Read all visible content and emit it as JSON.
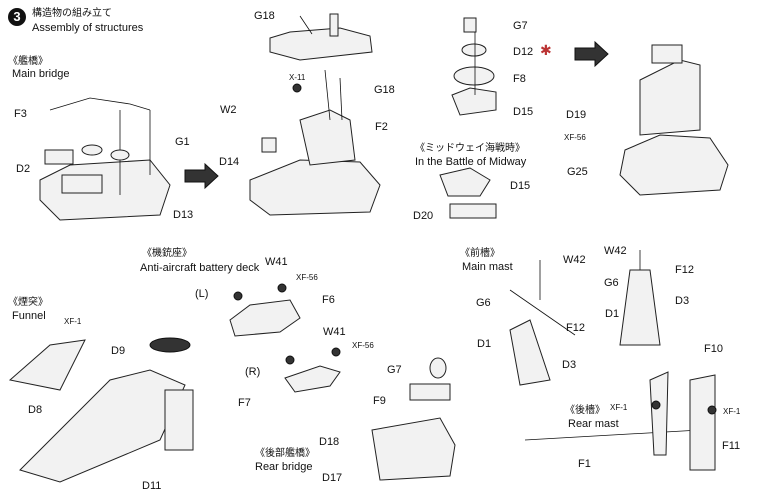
{
  "step": {
    "number": "3",
    "title_jp": "構造物の組み立て",
    "title_en": "Assembly of structures"
  },
  "sections": {
    "main_bridge": {
      "jp": "《艦橋》",
      "en": "Main bridge"
    },
    "midway": {
      "jp": "《ミッドウェイ海戦時》",
      "en": "In the Battle of Midway"
    },
    "aa_deck": {
      "jp": "《機銃座》",
      "en": "Anti-aircraft battery deck"
    },
    "funnel": {
      "jp": "《煙突》",
      "en": "Funnel"
    },
    "main_mast": {
      "jp": "《前檣》",
      "en": "Main mast"
    },
    "rear_mast": {
      "jp": "《後檣》",
      "en": "Rear mast"
    },
    "rear_bridge": {
      "jp": "《後部艦橋》",
      "en": "Rear bridge"
    }
  },
  "side_marks": {
    "left": "(L)",
    "right": "(R)"
  },
  "parts": {
    "G18a": "G18",
    "G7a": "G7",
    "D12": "D12",
    "F8": "F8",
    "D15a": "D15",
    "F3": "F3",
    "G1": "G1",
    "D2": "D2",
    "D13": "D13",
    "X11": "X-11",
    "W2": "W2",
    "G18b": "G18",
    "F2": "F2",
    "D14": "D14",
    "D19": "D19",
    "XF56a": "XF-56",
    "G25": "G25",
    "D15b": "D15",
    "D20": "D20",
    "W41a": "W41",
    "XF56b": "XF-56",
    "F6": "F6",
    "W41b": "W41",
    "XF56c": "XF-56",
    "F7": "F7",
    "W42a": "W42",
    "G6a": "G6",
    "F12a": "F12",
    "D1a": "D1",
    "D3a": "D3",
    "W42b": "W42",
    "F12b": "F12",
    "G6b": "G6",
    "D3b": "D3",
    "D1b": "D1",
    "XF1a": "XF-1",
    "D9": "D9",
    "D8": "D8",
    "D11": "D11",
    "G7b": "G7",
    "F9": "F9",
    "D18": "D18",
    "D17": "D17",
    "F10": "F10",
    "XF1b": "XF-1",
    "XF1c": "XF-1",
    "F11": "F11",
    "F1": "F1"
  }
}
